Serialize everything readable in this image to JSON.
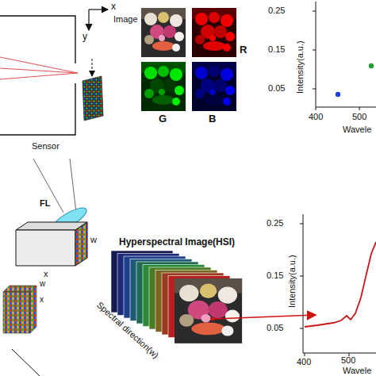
{
  "diagram": {
    "labels": [
      "x",
      "y",
      "Image",
      "R",
      "0.25",
      "0.15",
      "Intensity(a.u.)",
      "0.05",
      "400",
      "500",
      "Wavele",
      "G",
      "B",
      "Sensor",
      "FL",
      "w",
      "x",
      "w",
      "x",
      "Hyperspectral Image(HSI)",
      "0.25",
      "0.15",
      "Intensity(a.u.)",
      "0.05",
      "400",
      "500",
      "Wavele",
      "Spectral direction(w)"
    ]
  }
}
